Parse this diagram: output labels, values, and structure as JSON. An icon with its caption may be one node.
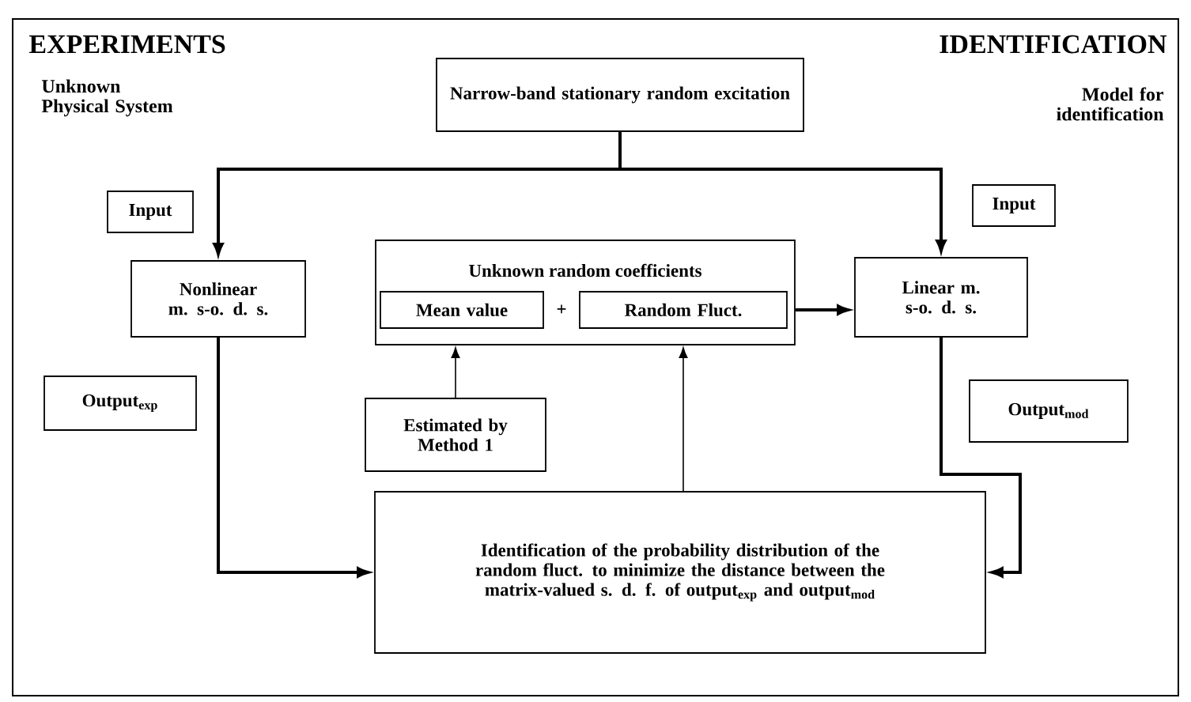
{
  "diagram": {
    "nodes": [
      {
        "text": [
          "Narrow-band stationary random excitation"
        ]
      },
      {
        "text": [
          "Nonlinear m. s-o. d. s."
        ]
      },
      {
        "text": [
          "Unknown random coefficients",
          "+"
        ]
      },
      {
        "text": [
          "Mean value"
        ],
        "in": 2
      },
      {
        "text": [
          "Random Fluct."
        ],
        "in": 2
      },
      {
        "text": [
          "Linear m. s-o. d. s."
        ]
      },
      {
        "text": [
          "Estimated by Method 1"
        ]
      },
      {
        "text": [
          "Identification of the probability distribution of the random fluct. to minimize the distance between the matrix-valued s. d. f. of output$_{exp}$ and output$_{mod}$"
        ]
      },
      {
        "text": [
          "Input"
        ]
      },
      {
        "text": [
          "Input"
        ]
      },
      {
        "text": [
          "Output$_{exp}$"
        ]
      },
      {
        "text": [
          "Output$_{mod}$"
        ]
      }
    ],
    "edges": [
      {
        "from": 0,
        "to": 1,
        "arrow": "to"
      },
      {
        "from": 0,
        "to": 5,
        "arrow": "to"
      },
      {
        "from": 2,
        "to": 5,
        "arrow": "to"
      },
      {
        "from": 6,
        "to": 2,
        "arrow": "to"
      },
      {
        "from": 7,
        "to": 2,
        "arrow": "to"
      },
      {
        "from": 1,
        "to": 7,
        "arrow": "to"
      },
      {
        "from": 5,
        "to": 7,
        "arrow": "to"
      }
    ],
    "labels": [
      "EXPERIMENTS",
      "IDENTIFICATION",
      "Unknown Physical System",
      "Model for identification"
    ]
  }
}
